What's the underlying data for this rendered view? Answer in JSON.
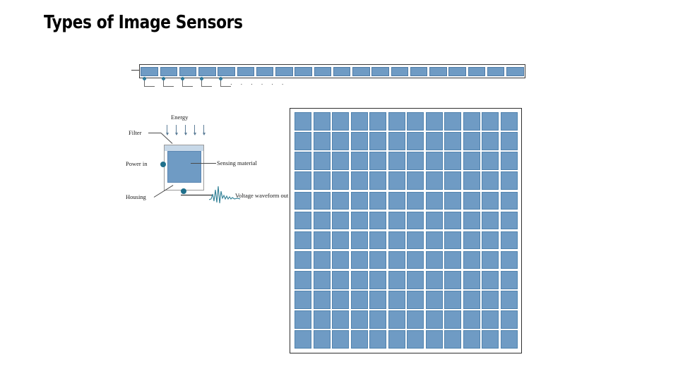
{
  "slide": {
    "title": "Types of Image Sensors",
    "background_color": "#ffffff",
    "accent_blue": "#6f9bc4",
    "filter_blue": "#c7d8e8",
    "port_teal": "#1f6f8b"
  },
  "linear_array": {
    "name": "linear-sensor-strip",
    "cell_count": 20,
    "stub_count": 5,
    "continuation_dots": ". . . . . ."
  },
  "sensor_diagram": {
    "labels": {
      "energy": "Energy",
      "filter": "Filter",
      "power_in": "Power in",
      "sensing_material": "Sensing material",
      "housing": "Housing",
      "voltage_out": "Voltage waveform out"
    },
    "energy_arrow_count": 5
  },
  "array_2d": {
    "name": "matrix-sensor-array",
    "rows": 12,
    "columns": 12
  }
}
